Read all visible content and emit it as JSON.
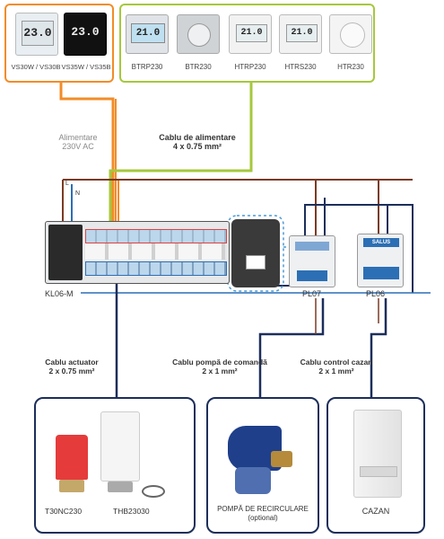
{
  "thermostats_wired": {
    "models": [
      {
        "label": "VS30W / VS30B"
      },
      {
        "label": "VS35W / VS35B"
      }
    ],
    "border_color": "#f28c28"
  },
  "thermostats_230": {
    "models": [
      {
        "label": "BTRP230"
      },
      {
        "label": "BTR230"
      },
      {
        "label": "HTRP230"
      },
      {
        "label": "HTRS230"
      },
      {
        "label": "HTR230"
      }
    ],
    "border_color": "#a6c83c"
  },
  "display_readings": {
    "vs30": "23.0",
    "vs35": "23.0",
    "btrp": "21.0",
    "htrp": "21.0",
    "htrs": "21.0"
  },
  "power_supply_label": {
    "line1": "Alimentare",
    "line2": "230V AC"
  },
  "power_cable_label": {
    "line1": "Cablu de alimentare",
    "line2": "4 x 0.75 mm²"
  },
  "wire_terminals": {
    "live": "L",
    "neutral": "N"
  },
  "modules": {
    "controller": "KL06-M",
    "pump_module": "PL07",
    "boiler_module": "PL06",
    "brand": "SALUS"
  },
  "cables": {
    "actuator": {
      "line1": "Cablu actuator",
      "line2": "2 x 0.75 mm²"
    },
    "pump": {
      "line1": "Cablu pompă de comandă",
      "line2": "2 x 1 mm²"
    },
    "boiler": {
      "line1": "Cablu control cazan",
      "line2": "2 x 1 mm²"
    }
  },
  "actuators": {
    "a": "T30NC230",
    "b": "THB23030"
  },
  "pump": {
    "line1": "POMPĂ DE RECIRCULARE",
    "line2": "(optional)"
  },
  "boiler": {
    "label": "CAZAN"
  },
  "colors": {
    "wire_dark": "#1c2e5a",
    "wire_brown": "#7a3b24",
    "wire_blue": "#2c6fb5",
    "wire_orange": "#f28c28",
    "wire_green": "#a6c83c",
    "dashed": "#4a9ad4"
  }
}
